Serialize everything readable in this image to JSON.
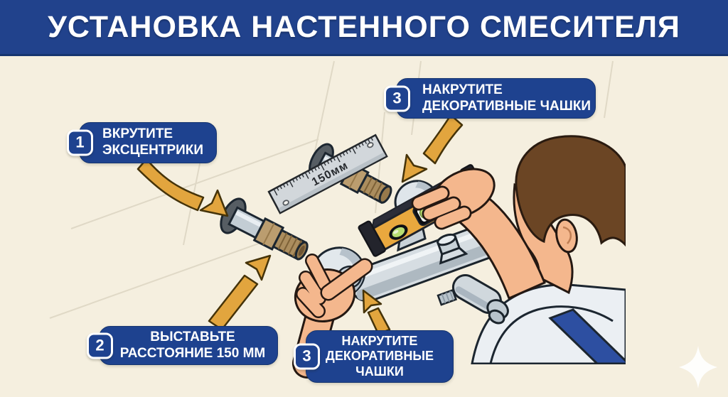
{
  "header": {
    "title": "УСТАНОВКА НАСТЕННОГО СМЕСИТЕЛЯ"
  },
  "callouts": [
    {
      "number": "1",
      "lines": [
        "ВКРУТИТЕ",
        "ЭКСЦЕНТРИКИ"
      ]
    },
    {
      "number": "3",
      "lines": [
        "НАКРУТИТЕ",
        "ДЕКОРАТИВНЫЕ ЧАШКИ"
      ]
    },
    {
      "number": "2",
      "lines": [
        "ВЫСТАВЬТЕ",
        "РАССТОЯНИЕ 150 ММ"
      ]
    },
    {
      "number": "3",
      "lines": [
        "НАКРУТИТЕ",
        "ДЕКОРАТИВНЫЕ",
        "ЧАШКИ"
      ]
    }
  ],
  "illustration": {
    "ruler_label": "150мм"
  },
  "icons": {
    "sparkle_watermark": "four-point-star"
  },
  "colors": {
    "header_bg": "#21428c",
    "callout_bg": "#1e428f",
    "background": "#f5efdf",
    "arrow": "#e2a53e",
    "level_body": "#e9a83e",
    "vial_green": "#b8de72",
    "chrome": "#d6dde2",
    "brass": "#bb9d6f",
    "skin": "#f4b78d"
  }
}
